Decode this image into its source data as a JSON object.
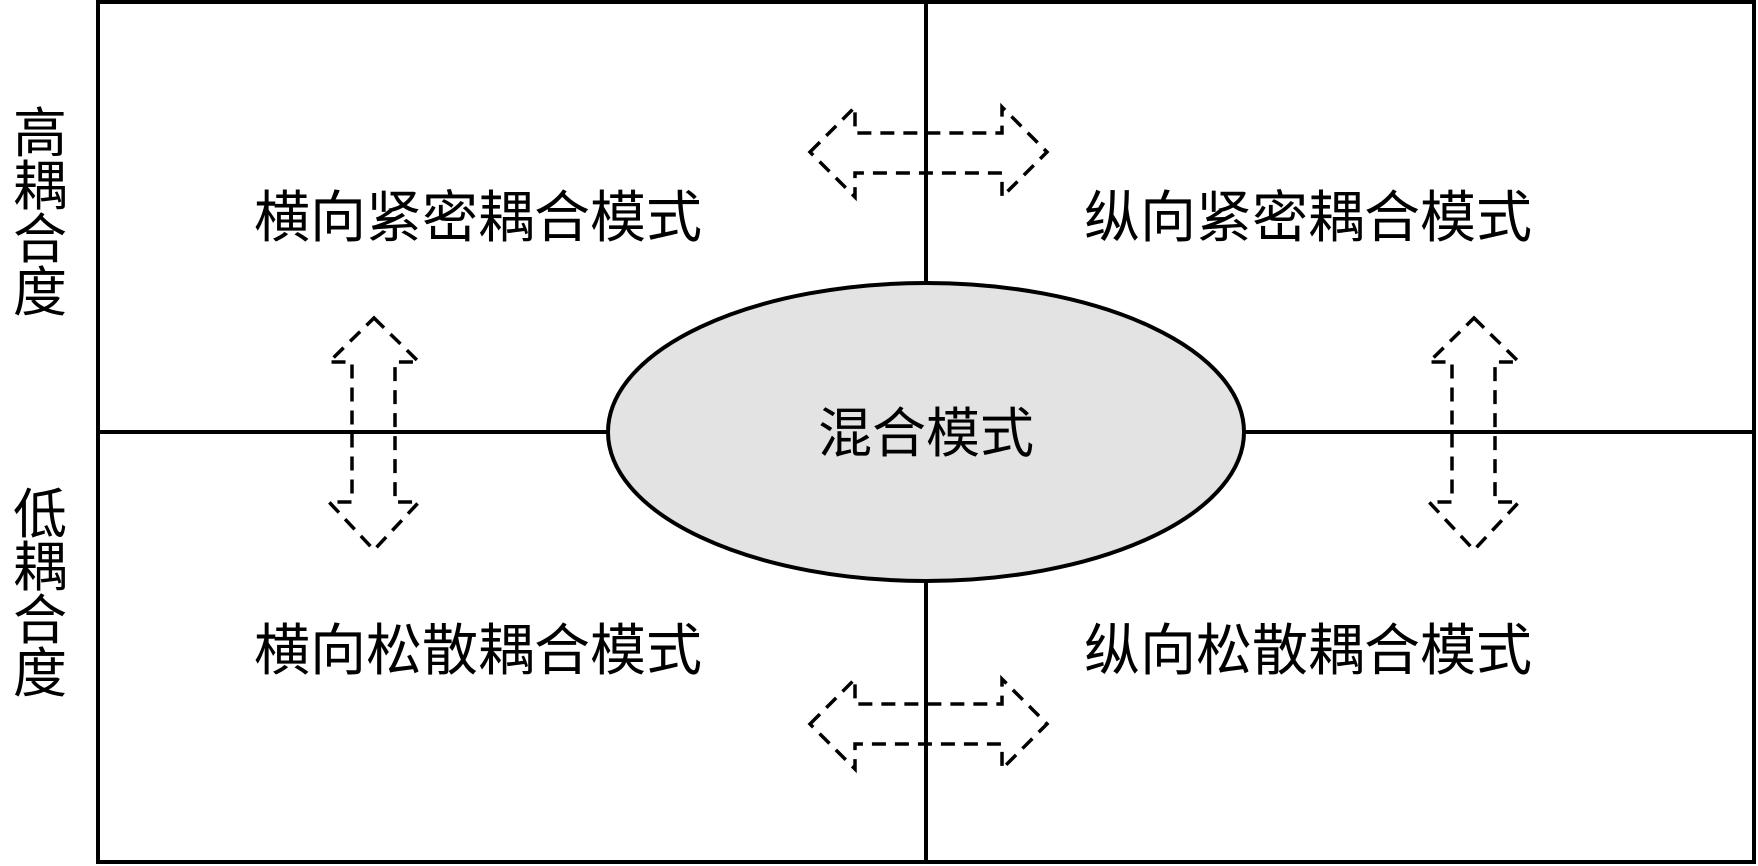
{
  "axis": {
    "high_label": "高耦合度",
    "low_label": "低耦合度"
  },
  "quadrants": {
    "top_left": "横向紧密耦合模式",
    "top_right": "纵向紧密耦合模式",
    "bottom_left": "横向松散耦合模式",
    "bottom_right": "纵向松散耦合模式"
  },
  "center": "混合模式",
  "colors": {
    "line": "#000000",
    "ellipse_fill": "#e3e3e3",
    "background": "#ffffff"
  }
}
